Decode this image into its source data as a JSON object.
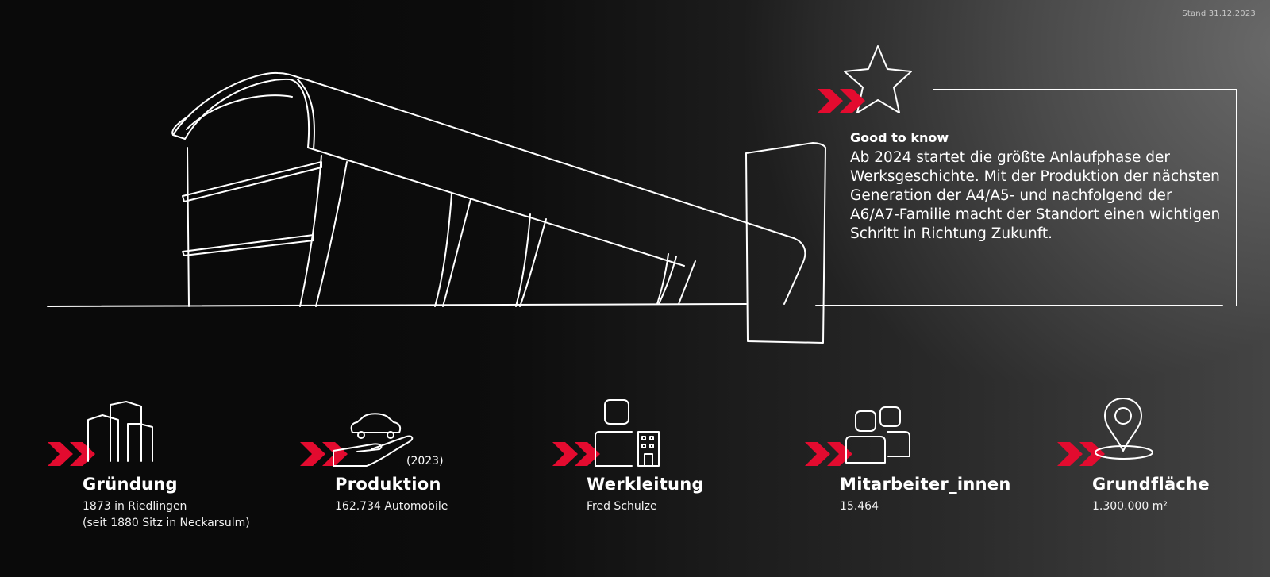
{
  "header": {
    "stand": "Stand 31.12.2023"
  },
  "colors": {
    "accent": "#e30b2f",
    "line": "#ffffff",
    "background_dark": "#0a0a0a",
    "background_light": "#6a6a6a"
  },
  "illustration": {
    "icon": "building-line-drawing"
  },
  "good_to_know": {
    "icon": "star-icon",
    "title": "Good to know",
    "body": "Ab 2024 startet die größte Anlaufphase der Werksgeschichte. Mit der Produktion der nächsten Generation der A4/A5- und nachfolgend der A6/A7-Familie macht der Standort einen wichtigen Schritt in Richtung Zukunft."
  },
  "facts": [
    {
      "icon": "buildings-icon",
      "title": "Gründung",
      "value": "1873 in Riedlingen",
      "value2": "(seit 1880 Sitz in Neckarsulm)"
    },
    {
      "icon": "hand-car-icon",
      "title": "Produktion",
      "note": "(2023)",
      "value": "162.734 Automobile"
    },
    {
      "icon": "manager-building-icon",
      "title": "Werkleitung",
      "value": "Fred Schulze"
    },
    {
      "icon": "people-icon",
      "title": "Mitarbeiter_innen",
      "value": "15.464"
    },
    {
      "icon": "location-pin-icon",
      "title": "Grundfläche",
      "value": "1.300.000 m²"
    }
  ]
}
